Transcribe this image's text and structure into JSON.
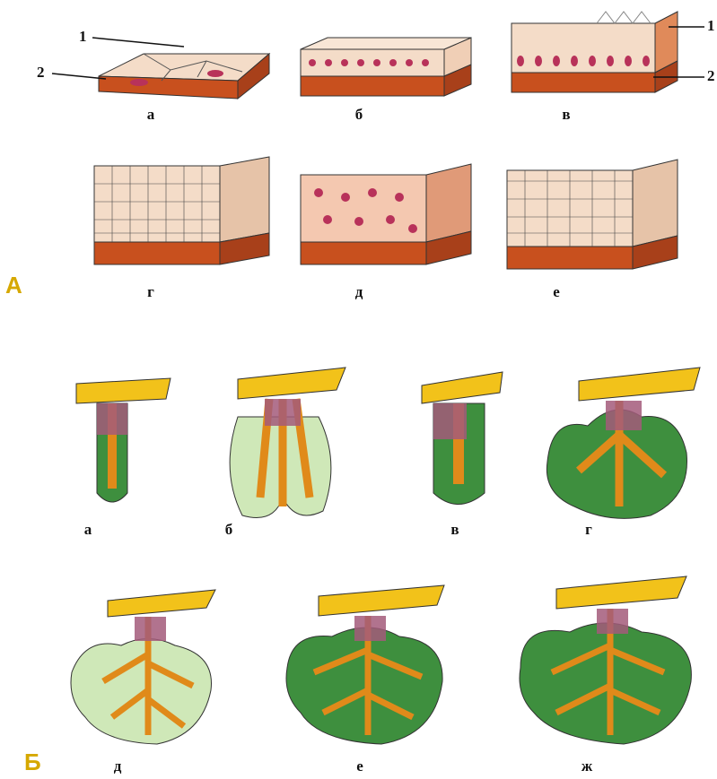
{
  "sections": {
    "A": "А",
    "B": "Б"
  },
  "section_a": {
    "panels": [
      {
        "label": "а"
      },
      {
        "label": "б"
      },
      {
        "label": "в"
      },
      {
        "label": "г"
      },
      {
        "label": "д"
      },
      {
        "label": "е"
      }
    ],
    "pointer_labels": {
      "left_1": "1",
      "left_2": "2",
      "right_1": "1",
      "right_2": "2"
    }
  },
  "section_b": {
    "panels": [
      {
        "label": "а"
      },
      {
        "label": "б"
      },
      {
        "label": "в"
      },
      {
        "label": "г"
      },
      {
        "label": "д"
      },
      {
        "label": "е"
      },
      {
        "label": "ж"
      }
    ]
  },
  "colors": {
    "tissue": "#c8501e",
    "cell": "#f6d9c2",
    "nucleus": "#b8325a",
    "duct": "#e08a1a",
    "gland": "#3e8f3e",
    "gland_light": "#cfe8b8",
    "surface": "#f2c21a",
    "duct_cells": "#a35a7a",
    "section_letter": "#d6a800"
  }
}
